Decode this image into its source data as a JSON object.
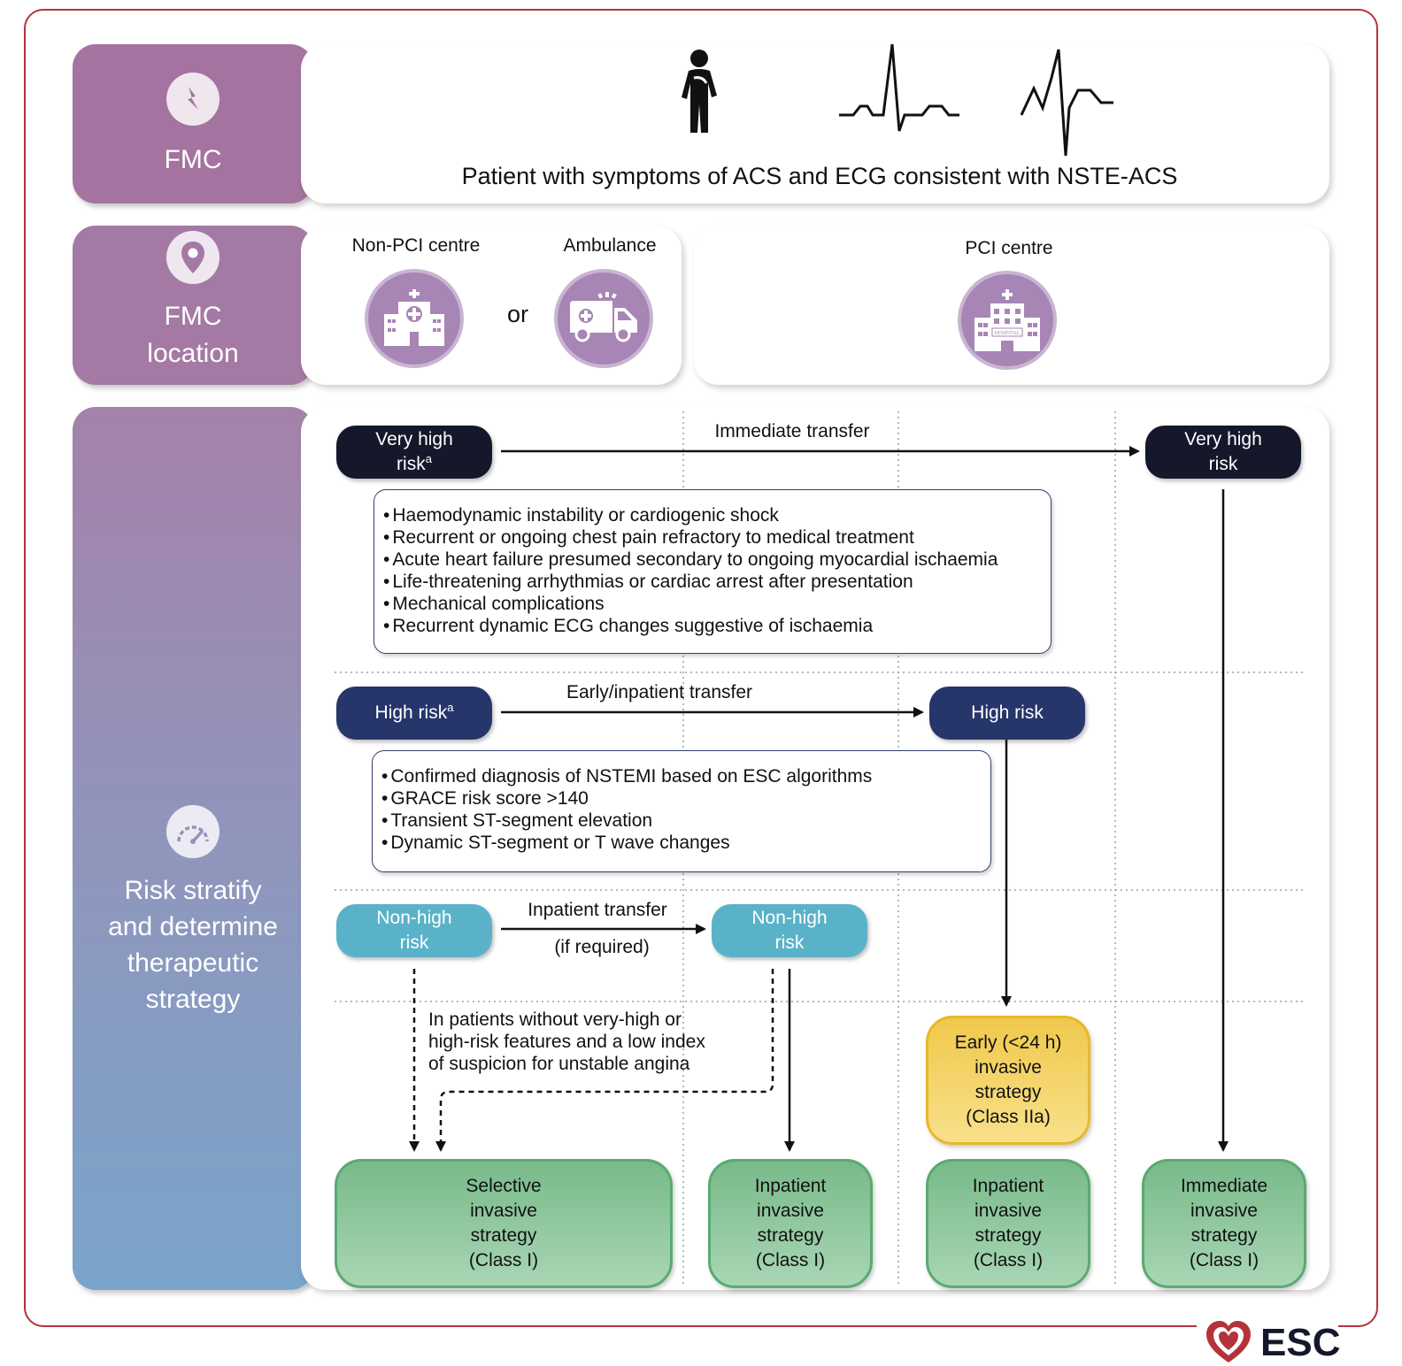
{
  "sidebar": {
    "fmc_title": "FMC",
    "fmc_location_title_line1": "FMC",
    "fmc_location_title_line2": "location",
    "risk_title_lines": [
      "Risk stratify",
      "and determine",
      "therapeutic",
      "strategy"
    ]
  },
  "fmc_panel": {
    "caption": "Patient with symptoms of ACS and ECG consistent with NSTE-ACS"
  },
  "location_panel": {
    "non_pci_label": "Non-PCI centre",
    "ambulance_label": "Ambulance",
    "or_label": "or",
    "pci_label": "PCI centre",
    "hospital_sign": "HOSPITAL"
  },
  "very_high_risk": {
    "left_pill_line1": "Very high",
    "left_pill_line2": "risk",
    "footnote": "a",
    "transfer_label": "Immediate transfer",
    "right_pill_line1": "Very high",
    "right_pill_line2": "risk",
    "criteria": [
      "Haemodynamic instability or cardiogenic shock",
      "Recurrent or ongoing chest pain refractory to medical treatment",
      "Acute heart failure presumed secondary to ongoing myocardial ischaemia",
      "Life-threatening arrhythmias or cardiac arrest after presentation",
      "Mechanical complications",
      "Recurrent dynamic ECG changes suggestive of ischaemia"
    ]
  },
  "high_risk": {
    "left_pill": "High risk",
    "footnote": "a",
    "transfer_label": "Early/inpatient transfer",
    "right_pill": "High risk",
    "criteria": [
      "Confirmed diagnosis of NSTEMI based on ESC algorithms",
      "GRACE risk score >140",
      "Transient ST-segment elevation",
      "Dynamic ST-segment or T wave changes"
    ]
  },
  "non_high_risk": {
    "left_pill_line1": "Non-high",
    "left_pill_line2": "risk",
    "transfer_label_line1": "Inpatient transfer",
    "transfer_label_line2": "(if required)",
    "right_pill_line1": "Non-high",
    "right_pill_line2": "risk",
    "note_lines": [
      "In patients without very-high or",
      "high-risk features and a low index",
      "of suspicion for unstable angina"
    ]
  },
  "early_strategy": {
    "lines": [
      "Early (<24 h)",
      "invasive",
      "strategy",
      "(Class IIa)"
    ]
  },
  "outcomes": [
    {
      "lines": [
        "Selective",
        "invasive",
        "strategy",
        "(Class I)"
      ]
    },
    {
      "lines": [
        "Inpatient",
        "invasive",
        "strategy",
        "(Class I)"
      ]
    },
    {
      "lines": [
        "Inpatient",
        "invasive",
        "strategy",
        "(Class I)"
      ]
    },
    {
      "lines": [
        "Immediate",
        "invasive",
        "strategy",
        "(Class I)"
      ]
    }
  ],
  "logo": {
    "text": "ESC"
  },
  "colors": {
    "frame": "#b2343a",
    "very_high": "#15182b",
    "high": "#26366a",
    "non_high": "#5ab2c9",
    "early": "#f0c94c",
    "outcome": "#78ba8a",
    "sidebar_top": "#a4739f",
    "sidebar_bottom": "#79a4cb"
  },
  "icons": [
    "lightning-icon",
    "location-pin-icon",
    "speedometer-icon",
    "patient-chest-pain-icon",
    "ecg-icon",
    "hospital-icon",
    "ambulance-icon",
    "esc-heart-logo-icon"
  ]
}
